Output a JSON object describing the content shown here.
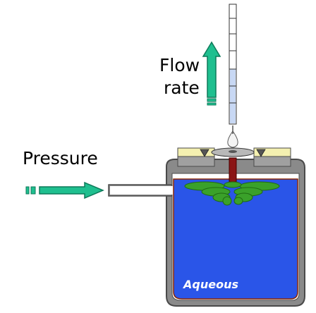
{
  "labels": {
    "flow_line1": "Flow",
    "flow_line2": "rate",
    "pressure": "Pressure",
    "aqueous": "Aqueous"
  },
  "colors": {
    "arrow": "#1fbf8f",
    "arrow_outline": "#0e7a5a",
    "liquid": "#2a55e8",
    "vessel_wall": "#8a8a8a",
    "vessel_outline": "#4a4a4a",
    "leaf": "#3aa12a",
    "stem": "#8b1515",
    "cap_yellow": "#f4f0b0",
    "liquid_outline": "#8b2500"
  }
}
